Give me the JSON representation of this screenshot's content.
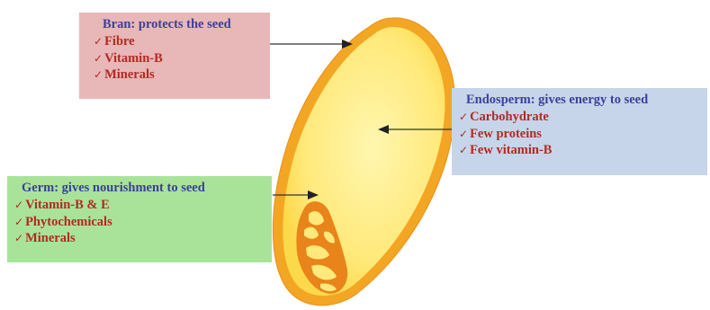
{
  "colors": {
    "seed_fill": "#ffe97a",
    "seed_outline": "#f0a01c",
    "germ_fill": "#e8841a",
    "arrow": "#333333",
    "title_text": "#3b3f9a",
    "item_text": "#b22a23",
    "bran_bg": "#e8b7b7",
    "endosperm_bg": "#c7d5ea",
    "germ_bg": "#a9e39a"
  },
  "check_icon": "✓",
  "bran": {
    "title": "Bran: protects the seed",
    "items": [
      "Fibre",
      "Vitamin-B",
      "Minerals"
    ]
  },
  "endosperm": {
    "title": "Endosperm: gives energy to seed",
    "items": [
      "Carbohydrate",
      "Few proteins",
      "Few vitamin-B"
    ]
  },
  "germ": {
    "title": "Germ: gives nourishment to seed",
    "items": [
      "Vitamin-B & E",
      "Phytochemicals",
      "Minerals"
    ]
  }
}
